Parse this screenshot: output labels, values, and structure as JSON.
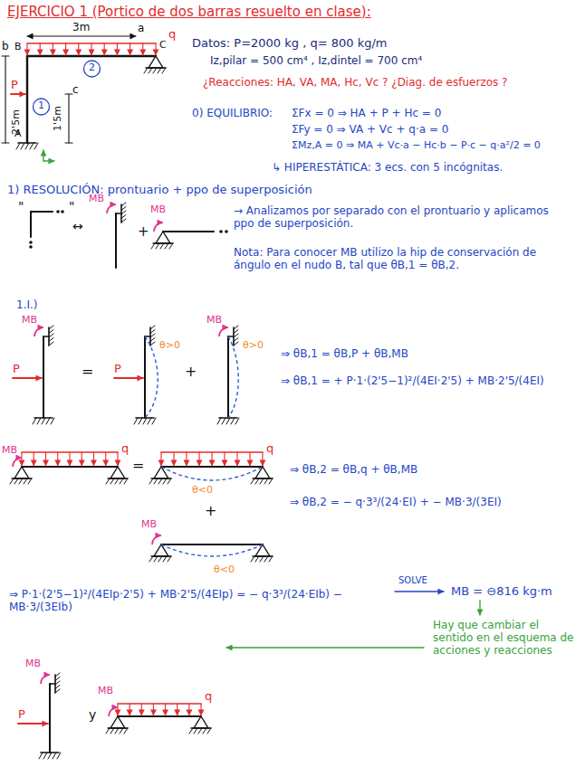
{
  "diagram": {
    "title": "EJERCICIO 1 (Portico de dos barras resuelto en clase):",
    "labels": [
      "3m",
      "a",
      "B",
      "C",
      "q",
      "b",
      "2'5m",
      "P",
      "c",
      "1'5m",
      "A",
      "1",
      "2",
      "Datos: P=2000 kg , q= 800 kg/m",
      "Iz,pilar = 500 cm⁴ , Iz,dintel = 700 cm⁴",
      "¿Reacciones: HA, VA, MA, Hc, Vc ? ¿Diag. de esfuerzos ?",
      "0) EQUILIBRIO:",
      "ΣFx = 0 ⇒ HA + P + Hc = 0",
      "ΣFy = 0 ⇒ VA + Vc + q·a = 0",
      "ΣMz,A = 0 ⇒ MA + Vc·a − Hc·b − P·c − q·a²/2 = 0",
      "↳ HIPERESTÁTICA: 3 ecs. con 5 incógnitas.",
      "1) RESOLUCIÓN: prontuario + ppo de superposición",
      "\"",
      "\"",
      "↔",
      "MB",
      "+",
      "MB",
      "→ Analizamos por separado con el prontuario y aplicamos ppo de superposición.",
      "Nota: Para conocer MB utilizo la hip de conservación de ángulo en el nudo B, tal que θB,1 = θB,2.",
      "1.I.)",
      "MB",
      "P",
      "=",
      "P",
      "θ>0",
      "+",
      "MB",
      "θ>0",
      "⇒ θB,1 = θB,P + θB,MB",
      "⇒ θB,1 = + P·1·(2'5−1)²/(4EI·2'5) + MB·2'5/(4EI)",
      "MB",
      "q",
      "=",
      "q",
      "θ<0",
      "+",
      "MB",
      "θ<0",
      "⇒ θB,2 = θB,q + θB,MB",
      "⇒ θB,2 = − q·3³/(24·EI) + − MB·3/(3EI)",
      "⇒ P·1·(2'5−1)²/(4EIp·2'5) + MB·2'5/(4EIp) = − q·3³/(24·EIb) − MB·3/(3EIb)",
      "SOLVE",
      "MB = ⊖816 kg·m",
      "Hay que cambiar el sentido en el esquema de acciones y reacciones",
      "MB",
      "P",
      "y",
      "MB",
      "q"
    ]
  }
}
